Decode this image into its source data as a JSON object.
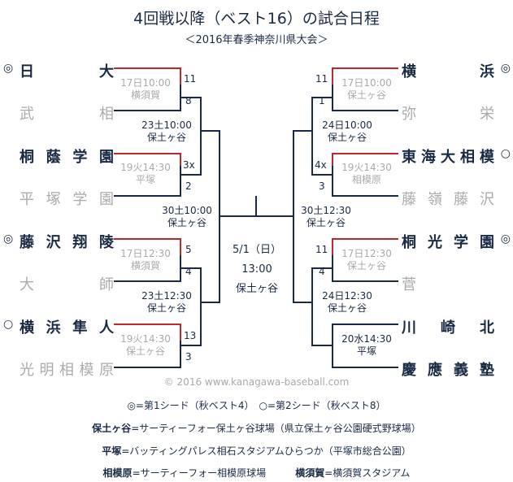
{
  "title": "4回戦以降（ベスト16）の試合日程",
  "subtitle": "＜2016年春季神奈川県大会＞",
  "left_teams": [
    {
      "seed": "◎",
      "name": "日　　　大",
      "result": "win"
    },
    {
      "seed": "",
      "name": "武　　　相",
      "result": "lose"
    },
    {
      "seed": "",
      "name": "桐蔭学園",
      "result": "win"
    },
    {
      "seed": "",
      "name": "平塚学園",
      "result": "lose"
    },
    {
      "seed": "◎",
      "name": "藤沢翔陵",
      "result": "win"
    },
    {
      "seed": "",
      "name": "大　　　師",
      "result": "lose"
    },
    {
      "seed": "○",
      "name": "横浜隼人",
      "result": "win"
    },
    {
      "seed": "",
      "name": "光明相模原",
      "result": "lose"
    }
  ],
  "right_teams": [
    {
      "seed": "◎",
      "name": "横　　　浜",
      "result": "win"
    },
    {
      "seed": "",
      "name": "弥　　　栄",
      "result": "lose"
    },
    {
      "seed": "○",
      "name": "東海大相模",
      "result": "win"
    },
    {
      "seed": "",
      "name": "藤嶺藤沢",
      "result": "lose"
    },
    {
      "seed": "◎",
      "name": "桐光学園",
      "result": "win"
    },
    {
      "seed": "",
      "name": "菅",
      "result": "lose"
    },
    {
      "seed": "",
      "name": "川　崎　北",
      "result": "undecided"
    },
    {
      "seed": "",
      "name": "慶應義塾",
      "result": "undecided"
    }
  ],
  "left_r1": [
    {
      "date": "17日10:00",
      "venue": "横須賀",
      "top": "11",
      "bottom": "8"
    },
    {
      "date": "19火14:30",
      "venue": "平塚",
      "top": "3x",
      "bottom": "2"
    },
    {
      "date": "17日12:30",
      "venue": "横須賀",
      "top": "5",
      "bottom": "4"
    },
    {
      "date": "19火14:30",
      "venue": "保土ヶ谷",
      "top": "13",
      "bottom": "3"
    }
  ],
  "right_r1": [
    {
      "date": "17日10:00",
      "venue": "保土ヶ谷",
      "top": "11",
      "bottom": "1"
    },
    {
      "date": "19火14:30",
      "venue": "相模原",
      "top": "4x",
      "bottom": "3"
    },
    {
      "date": "17日12:30",
      "venue": "保土ヶ谷",
      "top": "11",
      "bottom": "4"
    },
    {
      "date": "20水14:30",
      "venue": "平塚",
      "top": "",
      "bottom": ""
    }
  ],
  "left_qf": [
    {
      "date": "23土10:00",
      "venue": "保土ヶ谷"
    },
    {
      "date": "23土12:30",
      "venue": "保土ヶ谷"
    }
  ],
  "right_qf": [
    {
      "date": "24日10:00",
      "venue": "保土ヶ谷"
    },
    {
      "date": "24日12:30",
      "venue": "保土ヶ谷"
    }
  ],
  "semis": {
    "left": {
      "date": "30土10:00",
      "venue": "保土ヶ谷"
    },
    "right": {
      "date": "30土12:30",
      "venue": "保土ヶ谷"
    }
  },
  "final": {
    "date": "5/1（日）",
    "time": "13:00",
    "venue": "保土ヶ谷"
  },
  "copyright": "© 2016 www.kanagawa-baseball.com",
  "legend": {
    "seeds": "◎=第1シード（秋ベスト4）　○=第2シード（秋ベスト8）",
    "venues": [
      {
        "key": "保土ヶ谷",
        "desc": "=サーティーフォー保土ヶ谷球場（県立保土ヶ谷公園硬式野球場）"
      },
      {
        "key": "平塚",
        "desc": "=バッティングパレス相石スタジアムひらつか（平塚市総合公園）"
      }
    ],
    "venues_last": [
      {
        "key": "相模原",
        "desc": "=サーティーフォー相模原球場"
      },
      {
        "key": "横須賀",
        "desc": "=横須賀スタジアム"
      }
    ]
  },
  "colors": {
    "winner_line": "#c0272d",
    "line": "#1a2a44",
    "loser_text": "#aaaaaa"
  }
}
